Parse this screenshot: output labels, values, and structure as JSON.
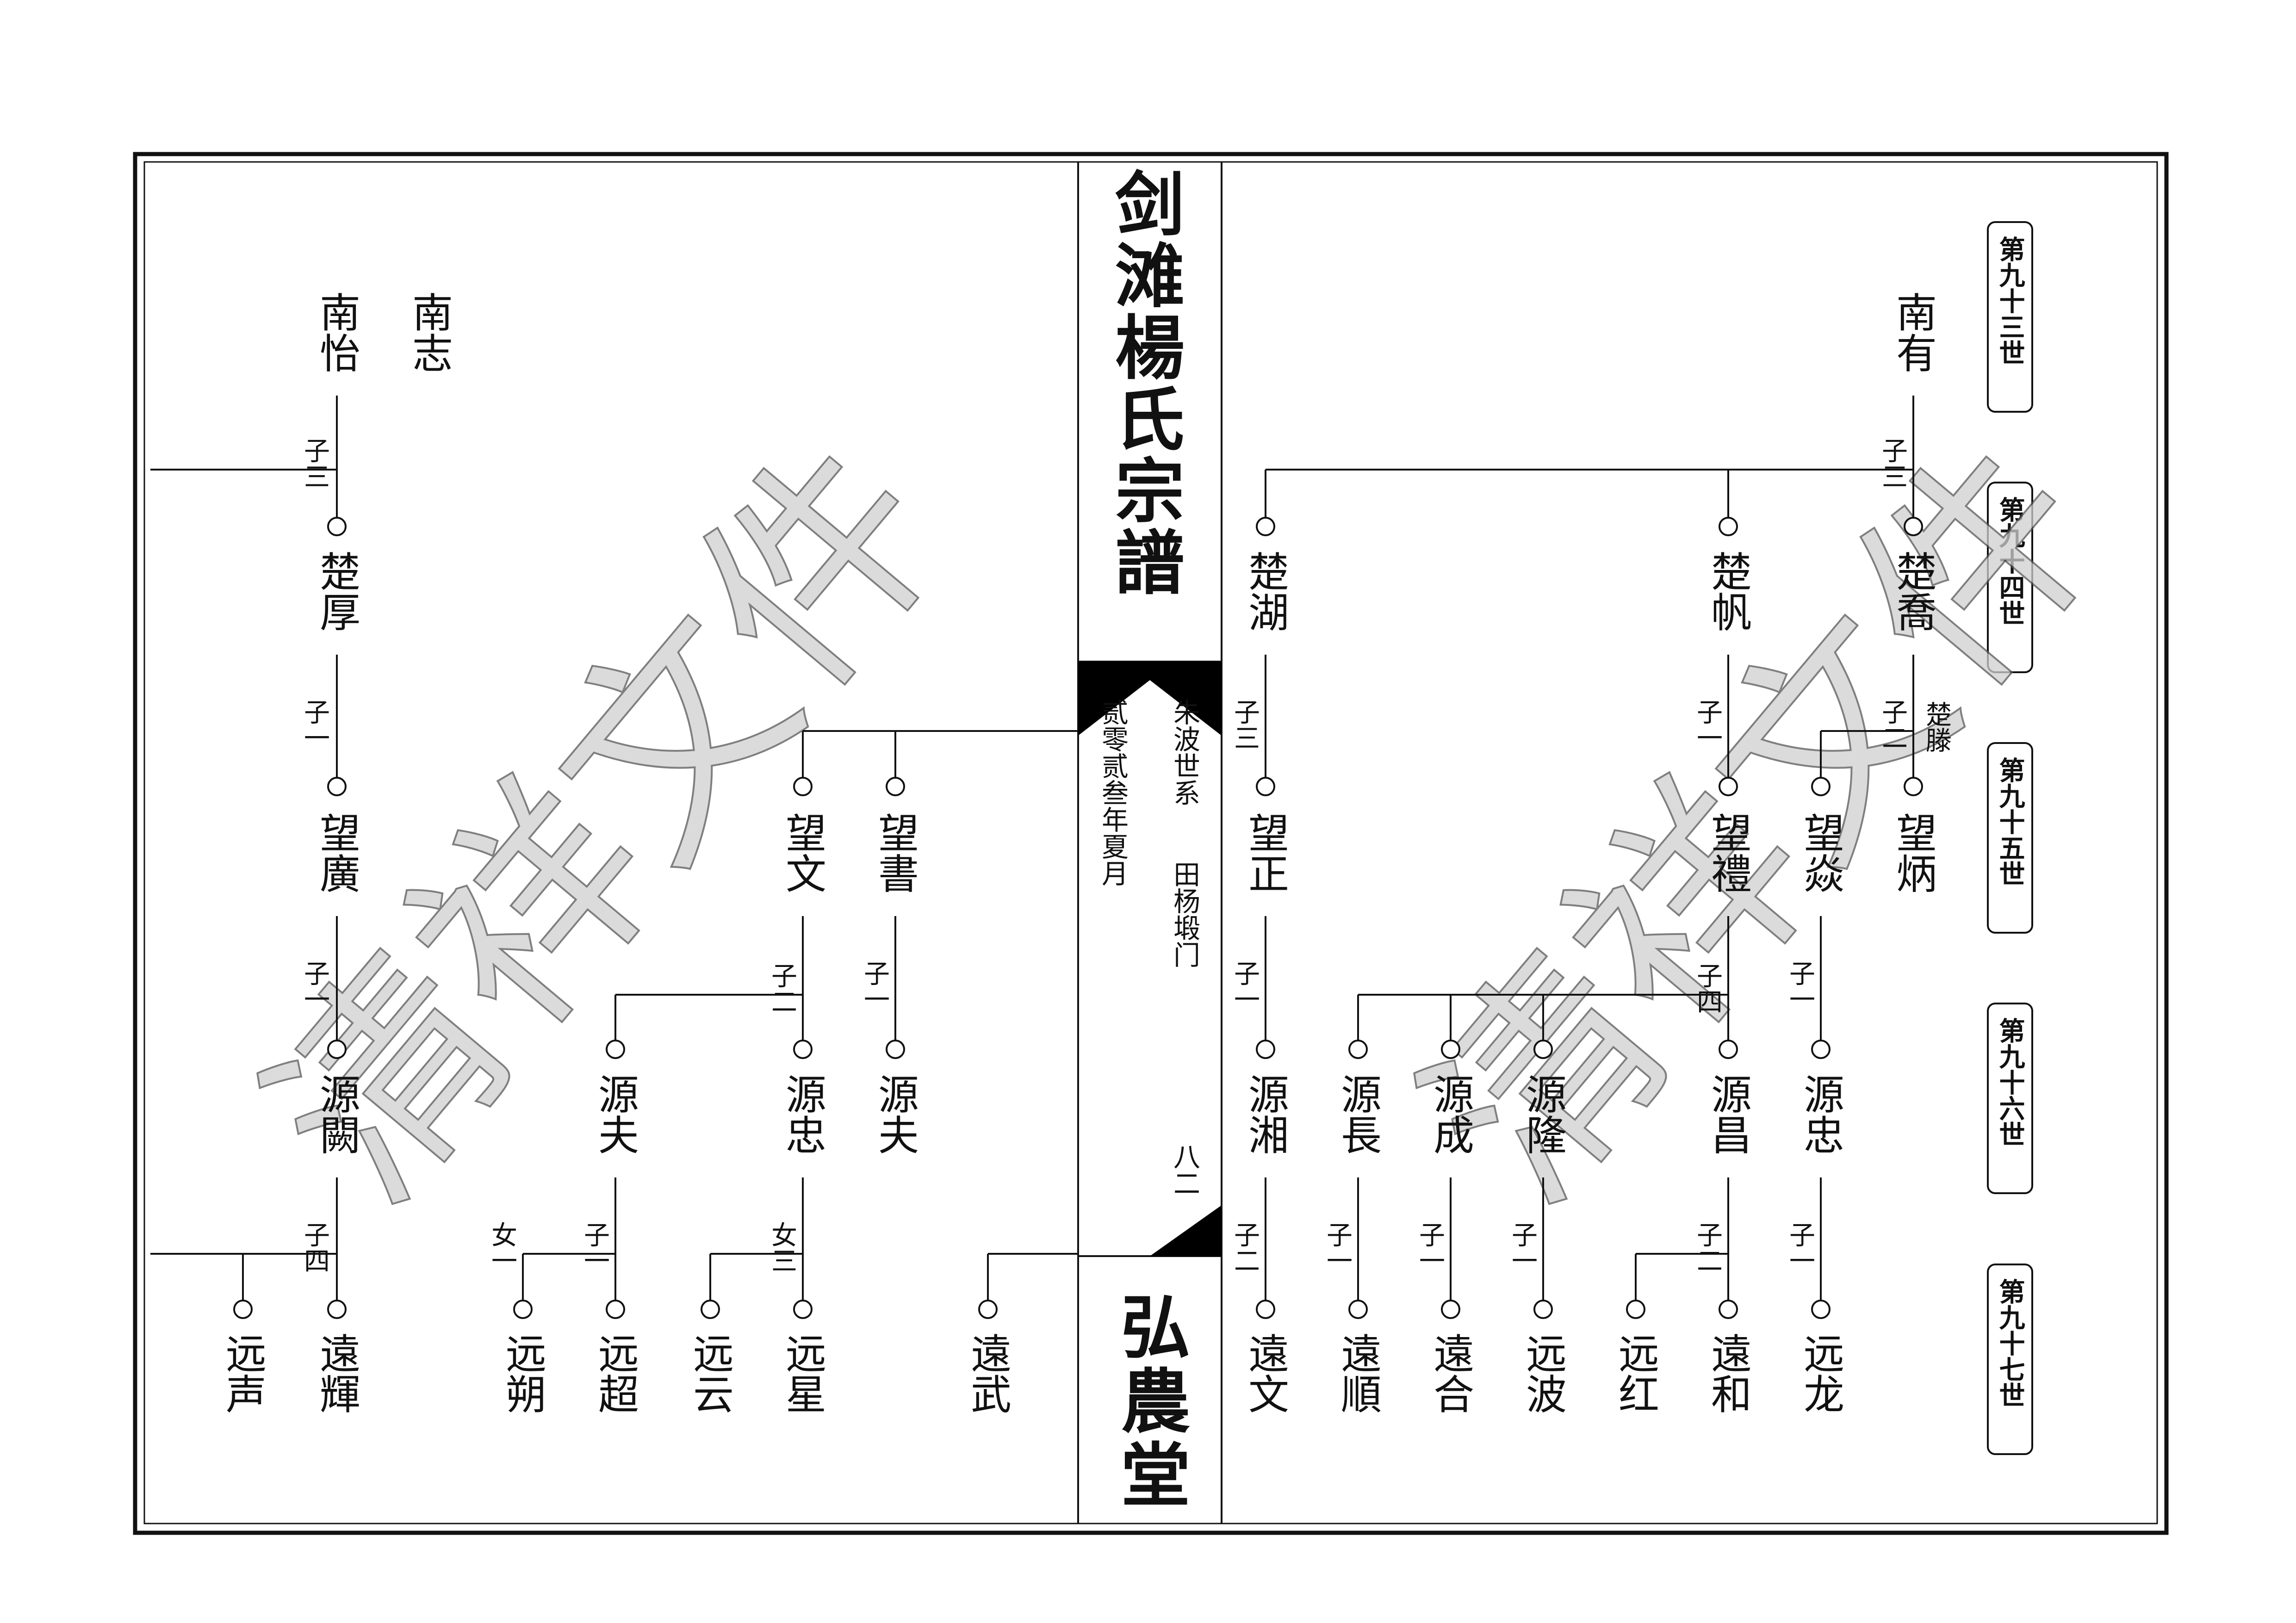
{
  "title": "剑滩楊氏宗譜",
  "hall": "弘農堂",
  "branch": "朱波世系",
  "sub_branch": "田杨塅门",
  "date": "贰零贰叁年夏月",
  "page_no": "八二",
  "watermark": "清祥文件",
  "generations": [
    "第九十三世",
    "第九十四世",
    "第九十五世",
    "第九十六世",
    "第九十七世"
  ],
  "names": {
    "L": {
      "nanyi": "南怡",
      "nanzhi": "南志",
      "chuhou": "楚厚",
      "wangguang": "望廣",
      "wangwen": "望文",
      "wangshu": "望書",
      "yuanque": "源闕",
      "yuanfu1": "源夫",
      "yuanzhong": "源忠",
      "yuanfu2": "源夫",
      "yuansheng": "远声",
      "yuanhui": "遠輝",
      "yuanshuo": "远朔",
      "yuanchao": "远超",
      "yuanyun": "远云",
      "yuanxing": "远星",
      "yuanwu": "遠武"
    },
    "R": {
      "nanyou": "南有",
      "chuhu": "楚湖",
      "chufan": "楚帆",
      "chuqiao": "楚喬",
      "chuteng": "楚滕",
      "wangzheng": "望正",
      "wangli": "望禮",
      "wangyan": "望焱",
      "wangbing": "望炳",
      "yuanxiang": "源湘",
      "yuanchang": "源長",
      "yuancheng": "源成",
      "yuanlong": "源隆",
      "yuanchang2": "源昌",
      "yuanzhong": "源忠",
      "yuanwen": "遠文",
      "yuanshun": "遠順",
      "yuanhe": "遠合",
      "yuanbo": "远波",
      "yuanhong": "远红",
      "yuanhe2": "遠和",
      "yuanlong2": "远龙"
    }
  },
  "labels": {
    "L": {
      "l1": "子三",
      "l2": "子一",
      "l3": "子一",
      "l4": "子四",
      "l5": "子二",
      "l6": "子一",
      "l7": "女一",
      "l8": "子一",
      "l9": "女三"
    },
    "R": {
      "r1": "子三",
      "r2": "子三",
      "r3": "子一",
      "r4": "子二",
      "r5": "子一",
      "r6": "子四",
      "r7": "子一",
      "r8": "子二",
      "r9": "子一",
      "r10": "子一",
      "r11": "子一",
      "r12": "子二",
      "r13": "子一"
    }
  }
}
